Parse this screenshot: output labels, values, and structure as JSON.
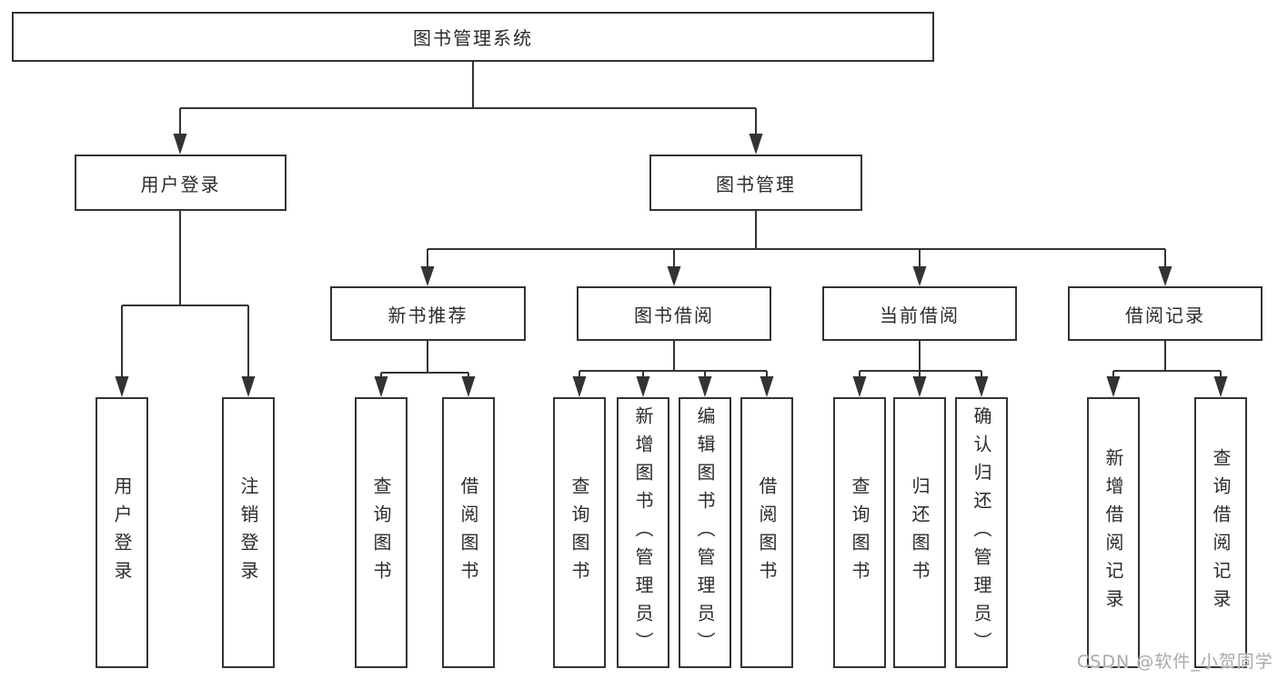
{
  "diagram": {
    "root": {
      "label": "图书管理系统",
      "children": [
        {
          "label": "用户登录",
          "children": [
            {
              "label": "用户登录"
            },
            {
              "label": "注销登录"
            }
          ]
        },
        {
          "label": "图书管理",
          "children": [
            {
              "label": "新书推荐",
              "children": [
                {
                  "label": "查询图书"
                },
                {
                  "label": "借阅图书"
                }
              ]
            },
            {
              "label": "图书借阅",
              "children": [
                {
                  "label": "查询图书"
                },
                {
                  "label": "新增图书（管理员）"
                },
                {
                  "label": "编辑图书（管理员）"
                },
                {
                  "label": "借阅图书"
                }
              ]
            },
            {
              "label": "当前借阅",
              "children": [
                {
                  "label": "查询图书"
                },
                {
                  "label": "归还图书"
                },
                {
                  "label": "确认归还（管理员）"
                }
              ]
            },
            {
              "label": "借阅记录",
              "children": [
                {
                  "label": "新增借阅记录"
                },
                {
                  "label": "查询借阅记录"
                }
              ]
            }
          ]
        }
      ]
    }
  },
  "watermark": {
    "text": "CSDN @软件_小贺同学"
  },
  "colors": {
    "line": "#333333",
    "border": "#333333",
    "text": "#2b2b2b",
    "watermark": "#a9a9a9",
    "background": "#ffffff"
  }
}
